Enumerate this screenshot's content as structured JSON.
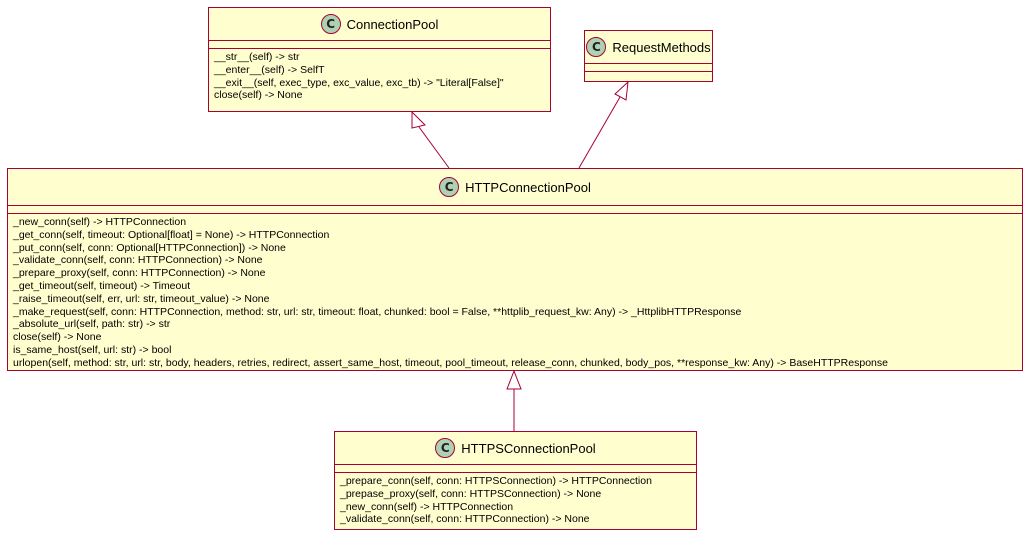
{
  "diagram": {
    "classes": {
      "connection_pool": {
        "name": "ConnectionPool",
        "stereotype": "C",
        "methods": [
          "__str__(self) -> str",
          "__enter__(self) -> SelfT",
          "__exit__(self, exec_type, exc_value, exc_tb) -> \"Literal[False]\"",
          "close(self) -> None"
        ]
      },
      "request_methods": {
        "name": "RequestMethods",
        "stereotype": "C",
        "methods": []
      },
      "http_connection_pool": {
        "name": "HTTPConnectionPool",
        "stereotype": "C",
        "methods": [
          "_new_conn(self) -> HTTPConnection",
          "_get_conn(self, timeout: Optional[float] = None) -> HTTPConnection",
          "_put_conn(self, conn: Optional[HTTPConnection]) -> None",
          "_validate_conn(self, conn: HTTPConnection) -> None",
          "_prepare_proxy(self, conn: HTTPConnection) -> None",
          "_get_timeout(self, timeout) -> Timeout",
          "_raise_timeout(self, err, url: str, timeout_value) -> None",
          "_make_request(self, conn: HTTPConnection, method: str, url: str, timeout: float, chunked: bool = False, **httplib_request_kw: Any) -> _HttplibHTTPResponse",
          "_absolute_url(self, path: str) -> str",
          "close(self) -> None",
          "is_same_host(self, url: str) -> bool",
          "urlopen(self, method: str, url: str, body, headers, retries, redirect, assert_same_host, timeout, pool_timeout, release_conn, chunked, body_pos, **response_kw: Any) -> BaseHTTPResponse"
        ]
      },
      "https_connection_pool": {
        "name": "HTTPSConnectionPool",
        "stereotype": "C",
        "methods": [
          "_prepare_conn(self, conn: HTTPSConnection) -> HTTPConnection",
          "_prepase_proxy(self, conn: HTTPSConnection) -> None",
          "_new_conn(self) -> HTTPConnection",
          "_validate_conn(self, conn: HTTPConnection) -> None"
        ]
      }
    },
    "relations": [
      {
        "type": "inheritance",
        "from": "HTTPConnectionPool",
        "to": "ConnectionPool"
      },
      {
        "type": "inheritance",
        "from": "HTTPConnectionPool",
        "to": "RequestMethods"
      },
      {
        "type": "inheritance",
        "from": "HTTPSConnectionPool",
        "to": "HTTPConnectionPool"
      }
    ],
    "colors": {
      "class_fill": "#fefece",
      "class_border": "#a80036",
      "stereotype_circle": "#add1b2",
      "edge": "#a80036"
    }
  }
}
